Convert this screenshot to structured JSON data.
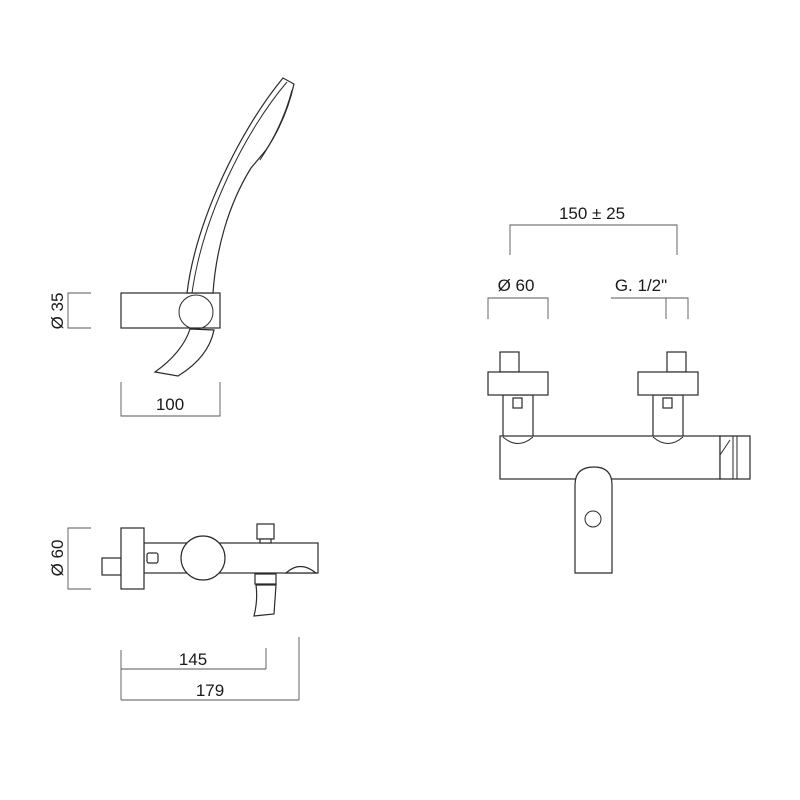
{
  "drawing": {
    "hand_shower_view": {
      "holder_diameter_label": "Ø 35",
      "holder_width_label": "100"
    },
    "top_view": {
      "escutcheon_diameter_label": "Ø 60",
      "spout_projection_label": "145",
      "total_projection_label": "179"
    },
    "front_view": {
      "center_distance_label": "150 ± 25",
      "escutcheon_diameter_label": "Ø 60",
      "connection_thread_label": "G. 1/2\""
    }
  }
}
